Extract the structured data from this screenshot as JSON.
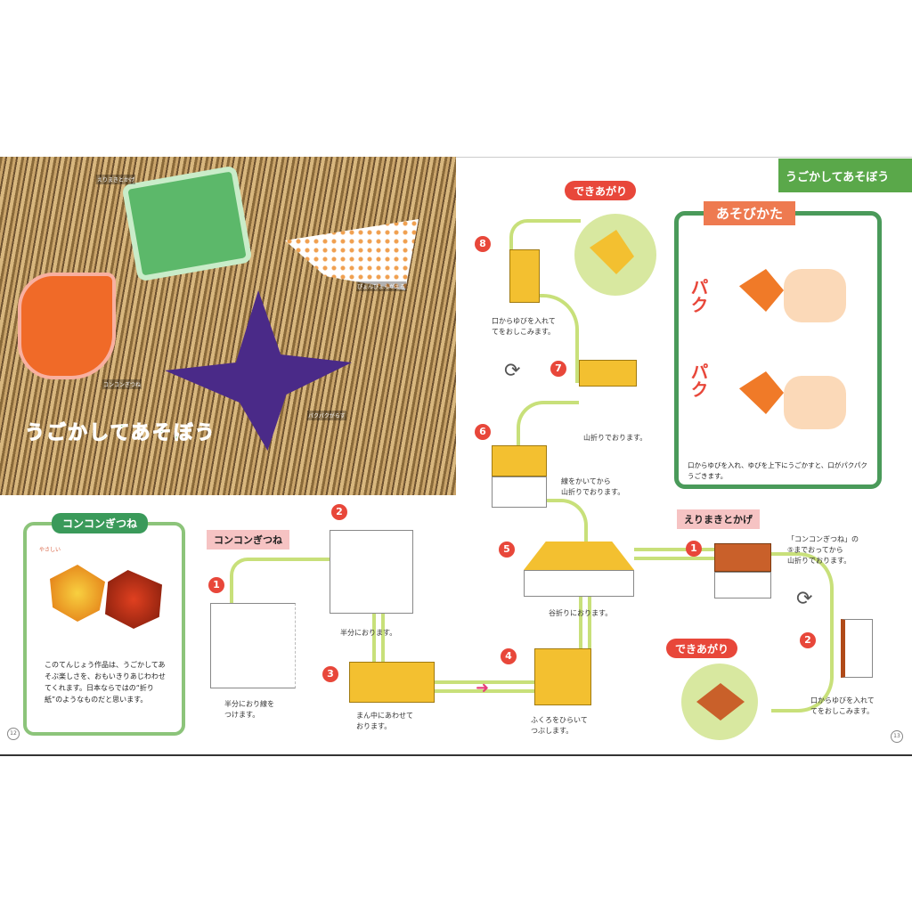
{
  "left_page": {
    "photo_title": "うごかしてあそぼう",
    "photo_labels": [
      "コンコンぎつね",
      "えりまきとかげ",
      "パクパクがらす",
      "ぴょんぴょんがえる"
    ],
    "info_box": {
      "title": "コンコンぎつね",
      "level": "やさしい",
      "text": "このてんじょう作品は、うごかしてあそぶ楽しさを、おもいきりあじわわせてくれます。日本ならではの“折り紙”のようなものだと思います。"
    },
    "section_label": "コンコンぎつね",
    "steps": [
      {
        "n": "1",
        "caption": "半分におり線を\nつけます。"
      },
      {
        "n": "2",
        "caption": "半分におります。"
      },
      {
        "n": "3",
        "caption": "まん中にあわせて\nおります。"
      }
    ],
    "page_number": "12"
  },
  "right_page": {
    "corner_title": "うごかしてあそぼう",
    "finished_label": "できあがり",
    "steps": [
      {
        "n": "4",
        "caption": "ふくろをひらいて\nつぶします。"
      },
      {
        "n": "5",
        "caption": "谷折りにおります。"
      },
      {
        "n": "6",
        "caption": "線をかいてから\n山折りでおります。"
      },
      {
        "n": "7",
        "caption": "山折りでおります。"
      },
      {
        "n": "8",
        "caption": "口からゆびを入れて\nてをおしこみます。"
      }
    ],
    "howto": {
      "title": "あそびかた",
      "sound1": "パク",
      "sound2": "パク",
      "text": "口からゆびを入れ、ゆびを上下にうごかすと、口がパクパクうごきます。"
    },
    "variant": {
      "label": "えりまきとかげ",
      "steps": [
        {
          "n": "1",
          "caption": "「コンコンぎつね」の\n⑤までおってから\n山折りでおります。"
        },
        {
          "n": "2",
          "caption": "口からゆびを入れて\nてをおしこみます。"
        }
      ],
      "finished_label": "できあがり"
    },
    "page_number": "13"
  }
}
